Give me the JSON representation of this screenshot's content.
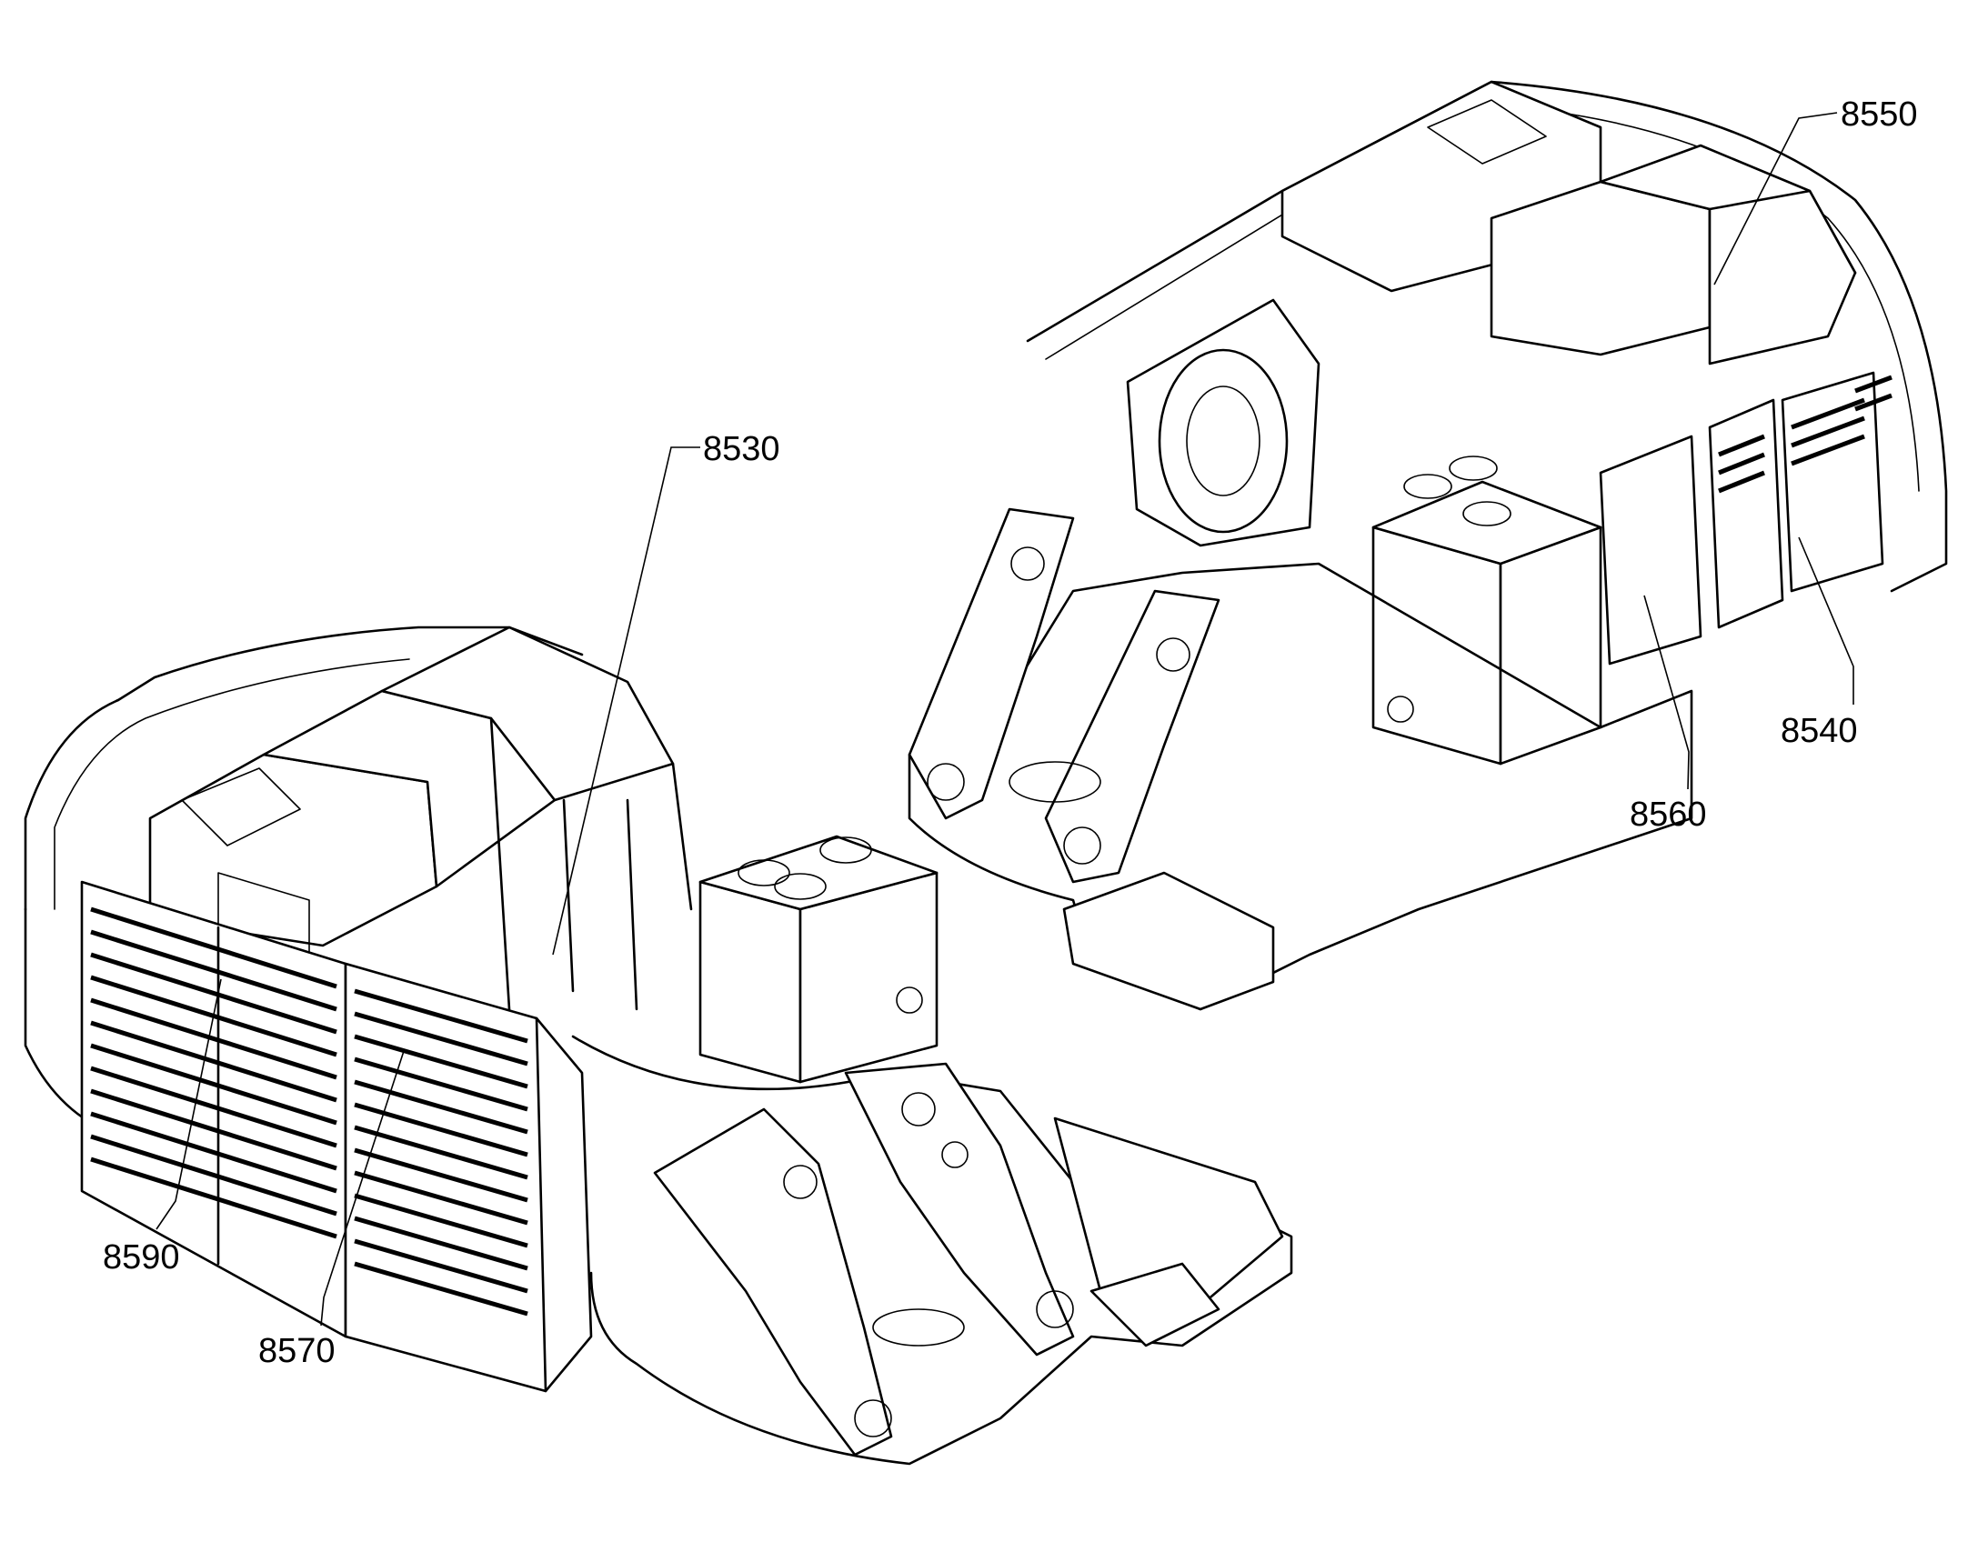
{
  "labels": {
    "l8530": "8530",
    "l8550": "8550",
    "l8540": "8540",
    "l8560": "8560",
    "l8590": "8590",
    "l8570": "8570"
  }
}
